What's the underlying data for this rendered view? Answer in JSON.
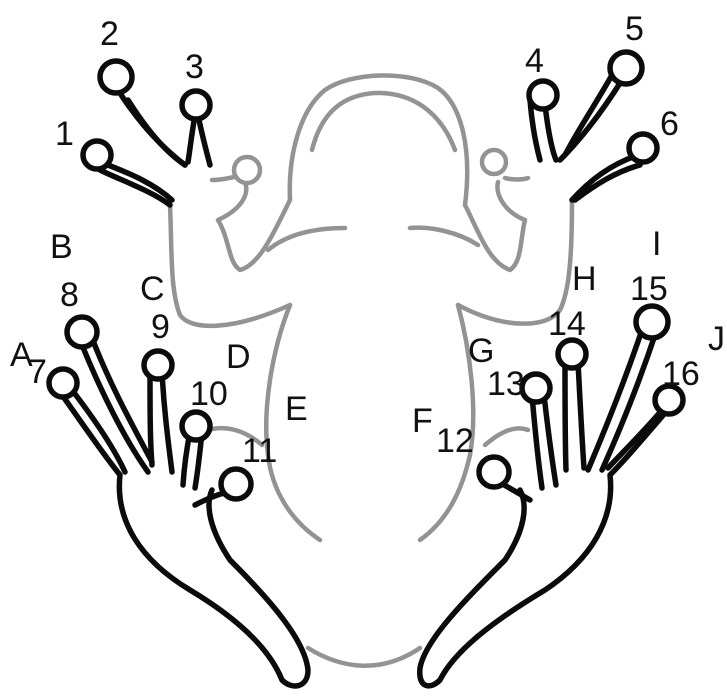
{
  "diagram": {
    "labels": {
      "n1": "1",
      "n2": "2",
      "n3": "3",
      "n4": "4",
      "n5": "5",
      "n6": "6",
      "n7": "7",
      "n8": "8",
      "n9": "9",
      "n10": "10",
      "n11": "11",
      "n12": "12",
      "n13": "13",
      "n14": "14",
      "n15": "15",
      "n16": "16",
      "A": "A",
      "B": "B",
      "C": "C",
      "D": "D",
      "E": "E",
      "F": "F",
      "G": "G",
      "H": "H",
      "I": "I",
      "J": "J"
    },
    "colors": {
      "body_outline": "#939393",
      "limb_outline": "#0b0b0b",
      "label_text": "#111111",
      "background": "#ffffff"
    }
  }
}
